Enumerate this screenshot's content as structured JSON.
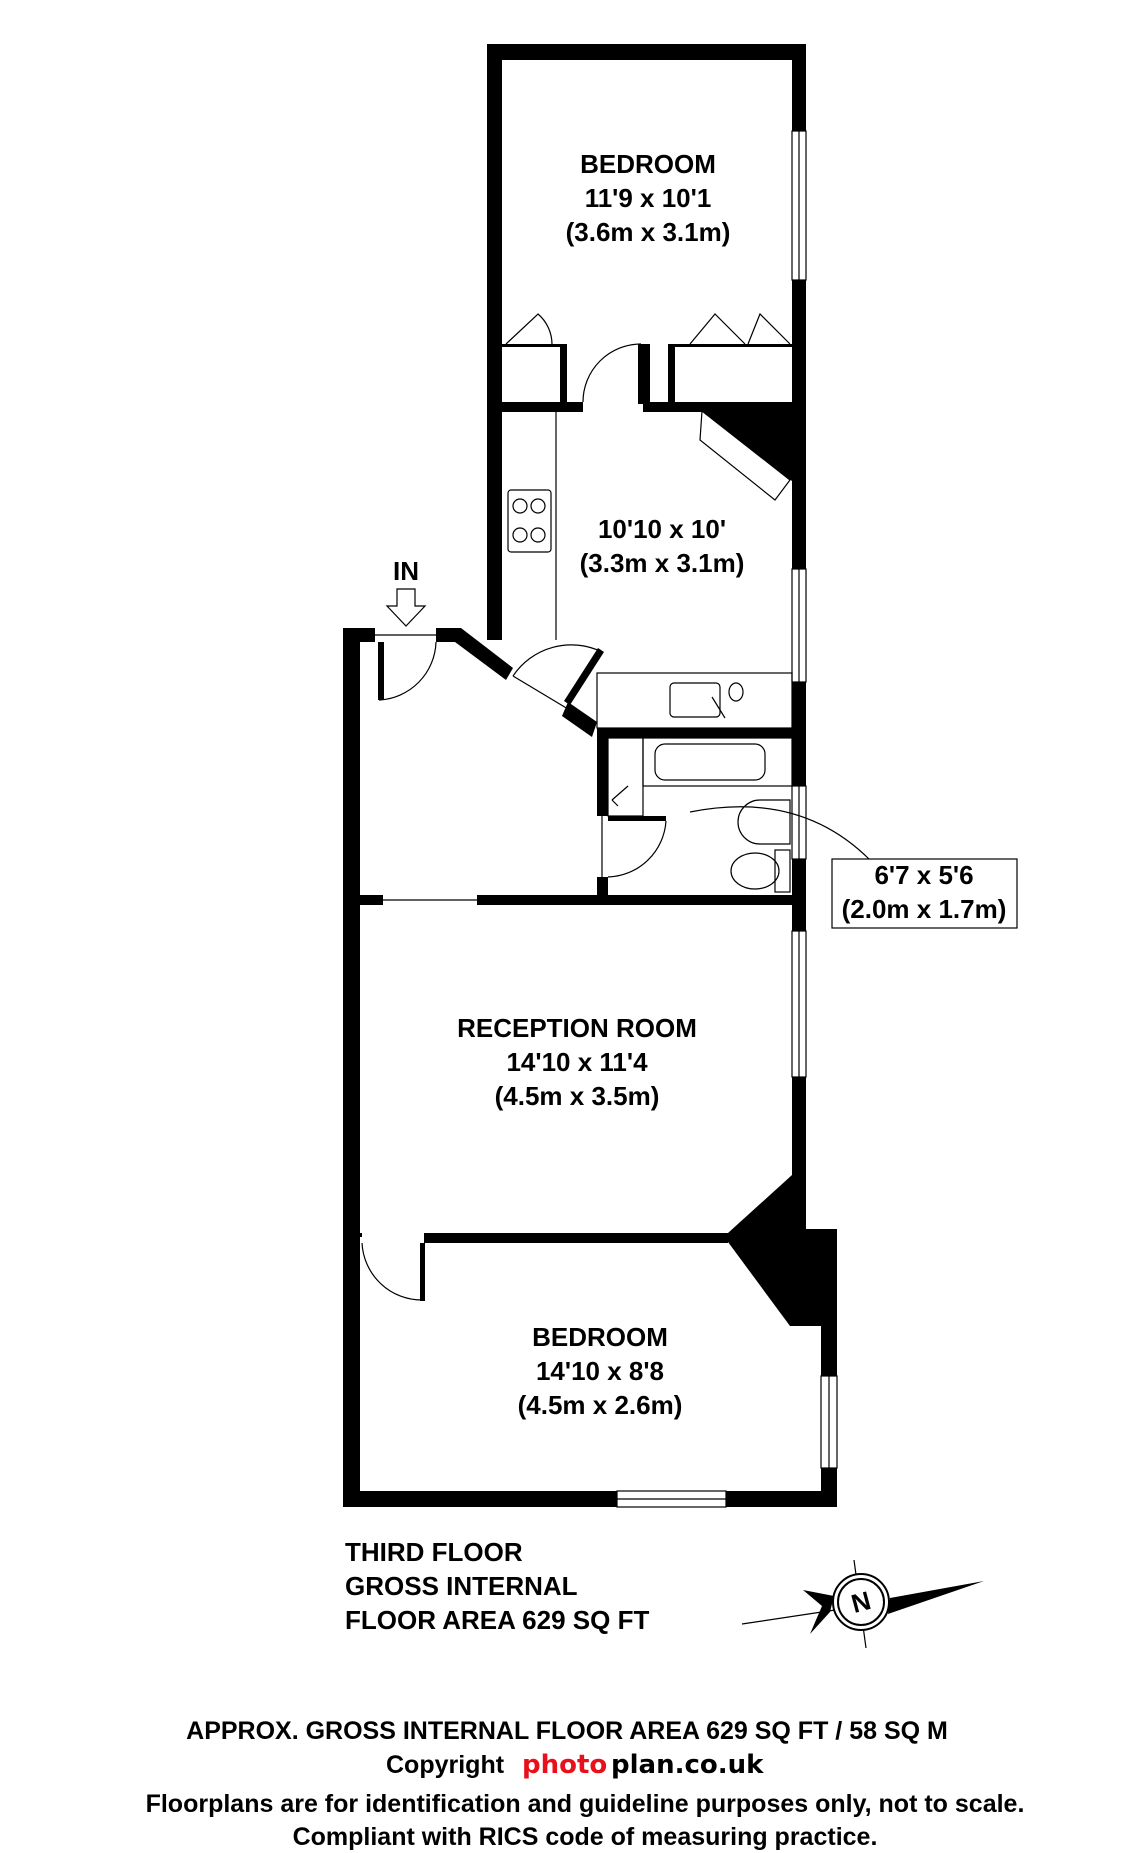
{
  "rooms": {
    "bedroom_top": {
      "name": "BEDROOM",
      "imperial": "11'9 x 10'1",
      "metric": "(3.6m x 3.1m)"
    },
    "kitchen": {
      "imperial": "10'10 x 10'",
      "metric": "(3.3m x 3.1m)"
    },
    "bathroom": {
      "imperial": "6'7 x 5'6",
      "metric": "(2.0m x 1.7m)"
    },
    "reception": {
      "name": "RECEPTION ROOM",
      "imperial": "14'10 x 11'4",
      "metric": "(4.5m x 3.5m)"
    },
    "bedroom_bottom": {
      "name": "BEDROOM",
      "imperial": "14'10 x 8'8",
      "metric": "(4.5m x 2.6m)"
    }
  },
  "entrance": {
    "label": "IN",
    "icon": "arrow-down-icon"
  },
  "floor_info": {
    "line1": "THIRD FLOOR",
    "line2": "GROSS INTERNAL",
    "line3": "FLOOR AREA 629 SQ FT"
  },
  "compass": {
    "label": "N",
    "icon": "compass-icon"
  },
  "footer": {
    "area": "APPROX. GROSS INTERNAL FLOOR AREA 629 SQ FT / 58 SQ M",
    "copyright": "Copyright",
    "logo_photo": "photo",
    "logo_plan": "plan.co.uk",
    "disclaimer": "Floorplans are for identification and guideline purposes only, not to scale.",
    "compliance": "Compliant with RICS code of measuring practice."
  },
  "colors": {
    "wall": "#000000",
    "logo_red": "#e8101a"
  }
}
